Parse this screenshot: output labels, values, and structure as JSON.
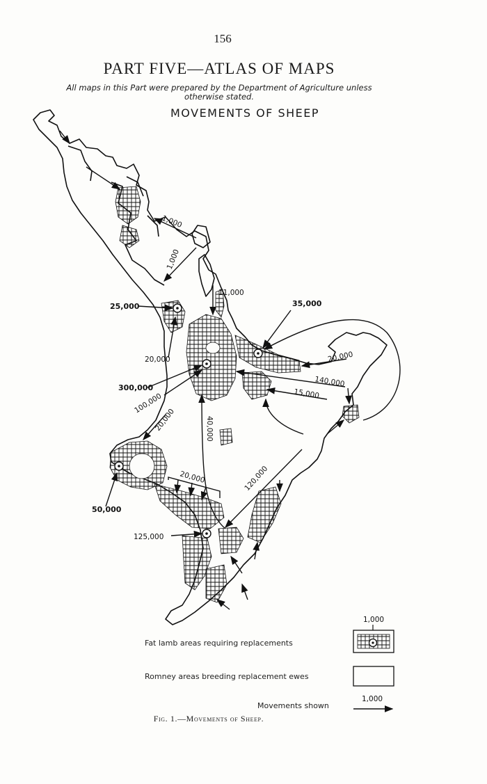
{
  "page": {
    "number": "156",
    "part_title": "PART FIVE—ATLAS OF MAPS",
    "subtitle_line1": "All maps in this Part were prepared by the Department of Agriculture unless",
    "subtitle_line2": "otherwise stated.",
    "map_title": "MOVEMENTS OF SHEEP",
    "caption": "Fig. 1.—Movements of Sheep."
  },
  "map": {
    "labels": {
      "l1000_north": "1,000",
      "l1000_south": "1,000",
      "l11000": "11,000",
      "l25000": "25,000",
      "l35000": "35,000",
      "l20000_west": "20,000",
      "l300000": "300,000",
      "l100000": "100,000",
      "l20000_sw": "20,000",
      "l40000": "40,000",
      "l20000_east": "20,000",
      "l140000": "140,000",
      "l15000": "15,000",
      "l20000_south": "20,000",
      "l120000": "120,000",
      "l50000": "50,000",
      "l125000": "125,000"
    }
  },
  "legend": {
    "symbol_value": "1,000",
    "fat_lamb": "Fat lamb areas requiring replacements",
    "romney": "Romney areas breeding replacement ewes",
    "movements_label": "Movements shown",
    "movements_value": "1,000"
  }
}
